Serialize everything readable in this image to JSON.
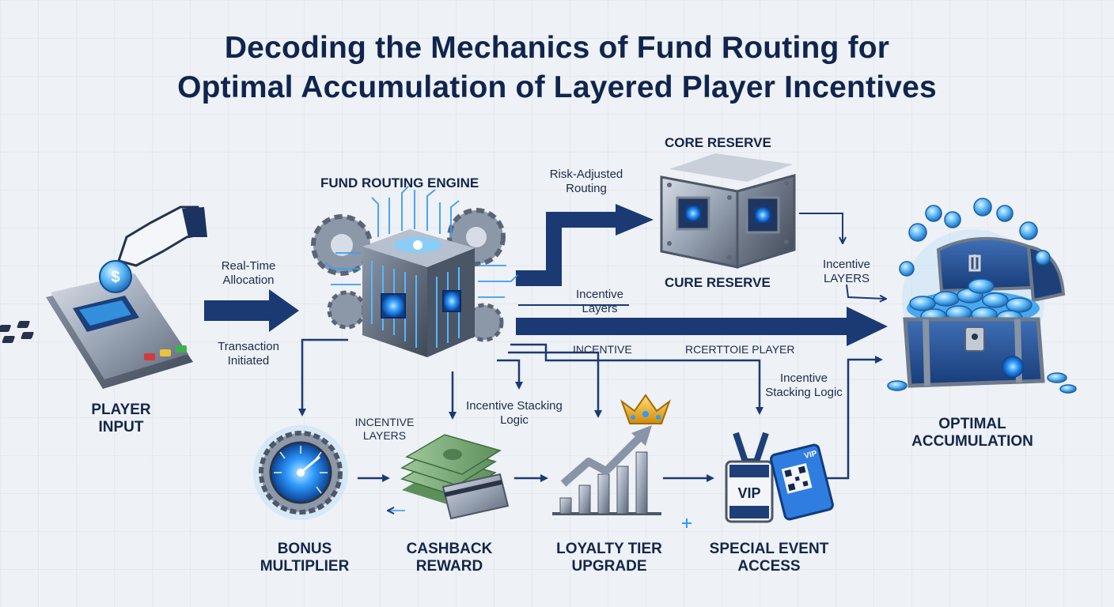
{
  "title": {
    "line1": "Decoding the Mechanics of Fund Routing for",
    "line2": "Optimal Accumulation of Layered Player Incentives"
  },
  "nodes": {
    "player_input": "PLAYER INPUT",
    "fund_routing_engine": "FUND ROUTING ENGINE",
    "core_reserve_top": "CORE RESERVE",
    "core_reserve_bottom": "CURE RESERVE",
    "optimal_accumulation": "OPTIMAL ACCUMULATION",
    "bonus_multiplier": "BONUS MULTIPLIER",
    "cashback_reward": "CASHBACK REWARD",
    "loyalty_tier_upgrade": "LOYALTY TIER UPGRADE",
    "special_event_access": "SPECIAL EVENT ACCESS"
  },
  "flow_labels": {
    "real_time_allocation": "Real-Time Allocation",
    "transaction_initiated": "Transaction Initiated",
    "risk_adjusted_routing": "Risk-Adjusted Routing",
    "incentive_layers_right": "Incentive LAYERS",
    "incentive_layers_mid": "Incentive Layers",
    "incentive_caps": "INCENTIVE",
    "rcentive_player": "RCERTTOIE PLAYER",
    "incentive_stacking_right": "Incentive Stacking Logic",
    "incentive_stacking_mid": "Incentive Stacking Logic",
    "incentive_layers_left": "INCENTIVE LAYERS"
  },
  "icons": {
    "vip_badge": "VIP",
    "ticket": "VIP",
    "card_reader": "payment-terminal-icon",
    "engine": "processor-cube-icon",
    "vault": "vault-icon",
    "chest": "treasure-chest-icon",
    "dial": "dial-icon",
    "cash": "cash-stack-icon",
    "growth": "growth-chart-icon",
    "crown": "crown-icon"
  },
  "colors": {
    "navy": "#14264a",
    "arrow": "#1b3a73",
    "glow": "#2f9bff",
    "steel": "#8f9aab",
    "gold": "#f2b521",
    "cash_green": "#6e9e6a"
  }
}
